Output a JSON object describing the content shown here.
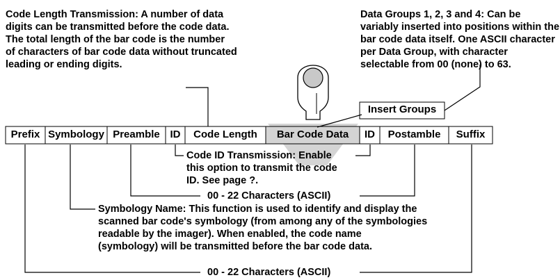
{
  "diagram": {
    "code_length_note": [
      "Code Length Transmission: A number of data",
      "digits can be transmitted before the code data.",
      "The total length of the bar code is the number",
      "of characters of bar code data without truncated",
      "leading or ending digits."
    ],
    "data_groups_note": [
      "Data Groups 1, 2, 3 and 4: Can be",
      "variably inserted into positions within the",
      "bar code data itself. One ASCII character",
      "per Data Group, with character",
      "selectable from 00 (none) to 63."
    ],
    "insert_groups_label": "Insert Groups",
    "fields": [
      "Prefix",
      "Symbology",
      "Preamble",
      "ID",
      "Code Length",
      "Bar Code Data",
      "ID",
      "Postamble",
      "Suffix"
    ],
    "code_id_note": [
      "Code ID Transmission: Enable",
      "this option to transmit the code",
      "ID. See page ?."
    ],
    "preamble_postamble_range": "00 - 22 Characters (ASCII)",
    "symbology_note": [
      "Symbology Name: This function is used to identify and display the",
      "scanned bar code's symbology (from among any of the symbologies",
      "readable by the imager). When enabled, the code name",
      "(symbology) will be transmitted before the bar code data."
    ],
    "prefix_suffix_range": "00 - 22 Characters (ASCII)",
    "highlight_color": "#d4d4d4"
  }
}
